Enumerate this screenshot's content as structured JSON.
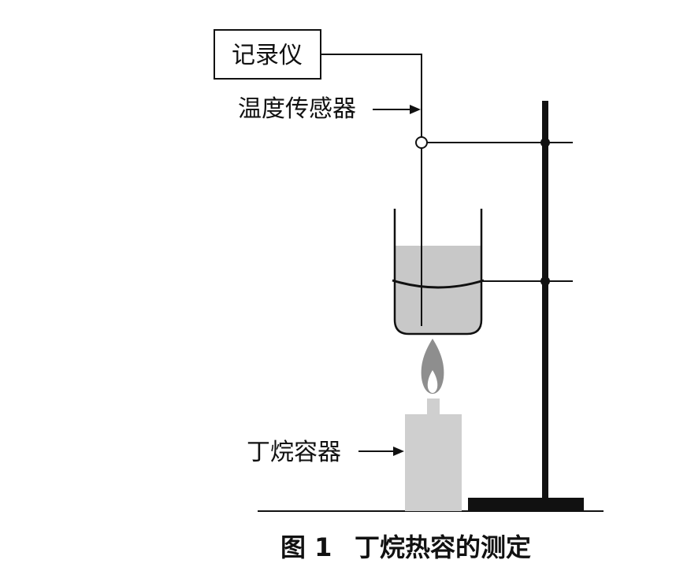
{
  "labels": {
    "recorder": "记录仪",
    "temperature_sensor": "温度传感器",
    "butane_container": "丁烷容器"
  },
  "caption": {
    "figure_number": "图 1",
    "title": "丁烷热容的测定"
  },
  "colors": {
    "line": "#111111",
    "stand": "#111111",
    "liquid": "#c8c8c8",
    "container": "#cfcfcf",
    "flame_outer": "#8e8e8e",
    "flame_inner": "#ffffff",
    "background": "#ffffff"
  }
}
